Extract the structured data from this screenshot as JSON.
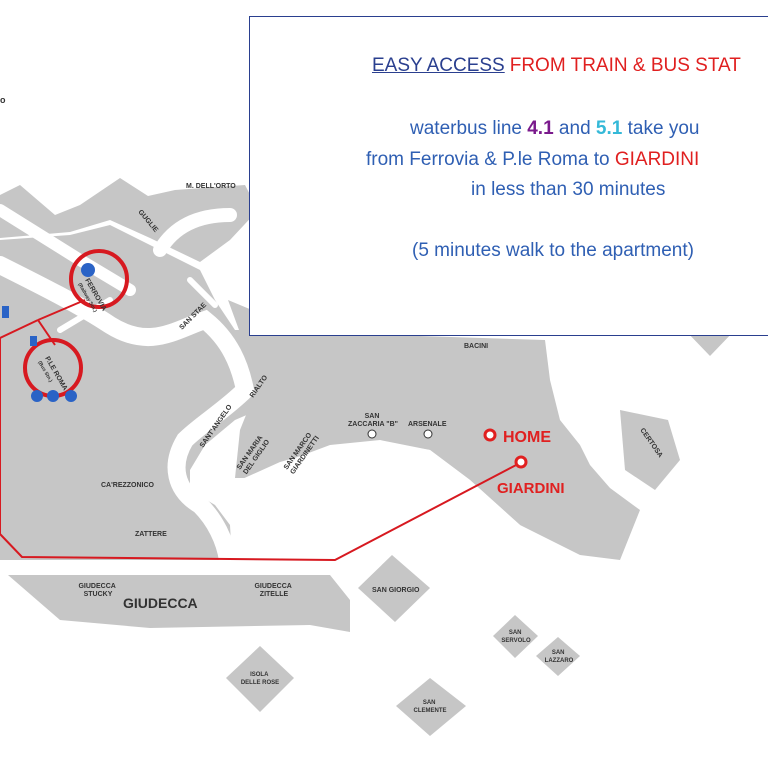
{
  "info_box": {
    "title_part1": "EASY ACCESS",
    "title_part2": "FROM TRAIN & BUS STAT",
    "line1_prefix": "waterbus line ",
    "line1_num1": "4.1",
    "line1_mid": " and ",
    "line1_num2": "5.1",
    "line1_suffix": " take you",
    "line2_prefix": "from Ferrovia & P.le Roma to ",
    "line2_dest": "GIARDINI",
    "line3": "in less than 30 minutes",
    "line4": "(5 minutes walk to the apartment)"
  },
  "map": {
    "partial_letter": "o",
    "stops": {
      "m_dell_orto": "M. DELL'ORTO",
      "guglie": "GUGLIE",
      "san_stae": "SAN STAE",
      "santangelo": "SANT'ANGELO",
      "rialto": "RIALTO",
      "san_maria_line1": "SAN MARIA",
      "san_maria_line2": "DEL GIGLIO",
      "san_marco_line1": "SAN MARCO",
      "san_marco_line2": "GIARDINETTI",
      "san_zaccaria_line1": "SAN",
      "san_zaccaria_line2": "ZACCARIA \"B\"",
      "arsenale": "ARSENALE",
      "bacini": "BACINI",
      "certosa": "CERTOSA",
      "carezzonico": "CA'REZZONICO",
      "zattere": "ZATTERE",
      "giudecca_stucky_line1": "GIUDECCA",
      "giudecca_stucky_line2": "STUCKY",
      "giudecca_zitelle_line1": "GIUDECCA",
      "giudecca_zitelle_line2": "ZITELLE",
      "giudecca": "GIUDECCA",
      "san_giorgio": "SAN GIORGIO",
      "san_servolo_line1": "SAN",
      "san_servolo_line2": "SERVOLO",
      "san_lazzaro_line1": "SAN",
      "san_lazzaro_line2": "LAZZARO",
      "isola_rose_line1": "ISOLA",
      "isola_rose_line2": "DELLE ROSE",
      "san_clemente_line1": "SAN",
      "san_clemente_line2": "CLEMENTE",
      "ferrovia_line1": "FERROVIA",
      "ferrovia_line2": "(Railway Stn.)",
      "ple_roma_line1": "P.LE ROMA",
      "ple_roma_line2": "(Bus Stn.)"
    },
    "home_label": "HOME",
    "giardini_label": "GIARDINI",
    "colors": {
      "land": "#c6c6c6",
      "route": "#d71920",
      "text_blue": "#2f5fb3",
      "accent_red": "#e02020"
    }
  }
}
